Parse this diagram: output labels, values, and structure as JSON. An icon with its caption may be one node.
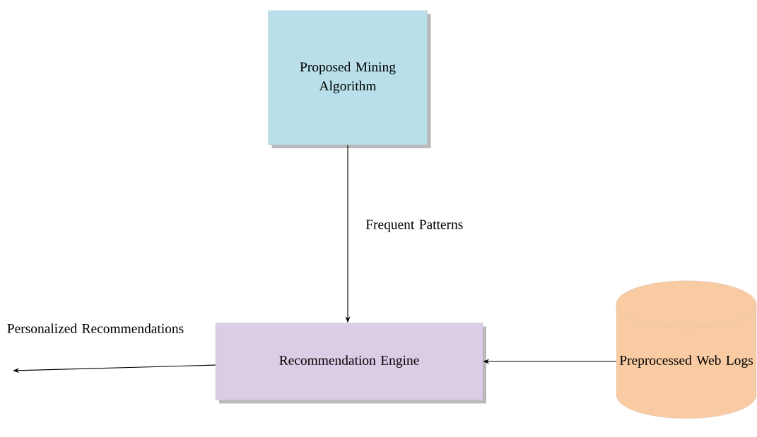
{
  "diagram": {
    "nodes": [
      {
        "text": [
          "Proposed Mining Algorithm"
        ]
      },
      {
        "text": [
          "Recommendation Engine"
        ]
      },
      {
        "text": [
          "Preprocessed Web Logs"
        ]
      }
    ],
    "edges": [
      {
        "from": 0,
        "to": 1,
        "arrow": "to",
        "label": "Frequent Patterns"
      },
      {
        "from": 2,
        "to": 1,
        "arrow": "to"
      },
      {
        "from": 1,
        "to": null,
        "arrow": "to",
        "label": "Personalized Recommendations"
      }
    ]
  }
}
